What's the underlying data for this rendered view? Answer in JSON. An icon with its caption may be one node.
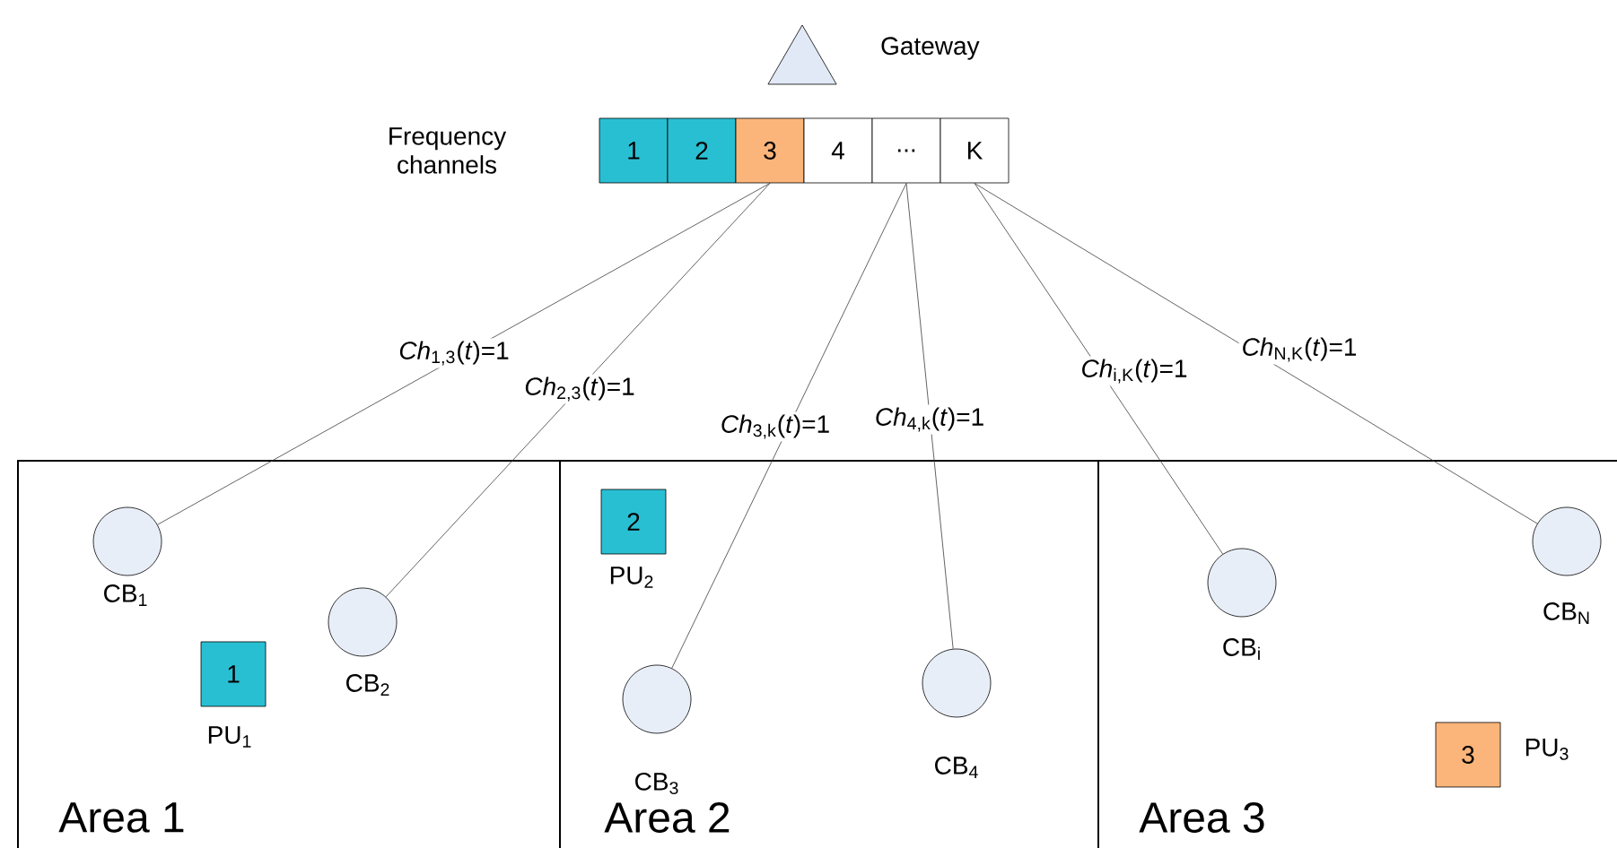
{
  "diagram": {
    "nodes": [
      {
        "text": [],
        "shape": "triangle",
        "beside": [
          "Gateway"
        ]
      },
      {
        "text": [
          "1"
        ]
      },
      {
        "text": [
          "2"
        ]
      },
      {
        "text": [
          "3"
        ]
      },
      {
        "text": [
          "4"
        ]
      },
      {
        "text": [
          "..."
        ]
      },
      {
        "text": [
          "K"
        ]
      },
      {
        "text": [
          "Area 1"
        ]
      },
      {
        "text": [
          "CB$_{1}$"
        ],
        "in": 7
      },
      {
        "text": [
          "1"
        ],
        "beside": [
          "PU$_{1}$"
        ],
        "in": 7
      },
      {
        "text": [
          "CB$_{2}$"
        ],
        "in": 7
      },
      {
        "text": [
          "Area 2"
        ]
      },
      {
        "text": [
          "2"
        ],
        "beside": [
          "PU$_{2}$"
        ],
        "in": 11
      },
      {
        "text": [
          "CB$_{3}$"
        ],
        "in": 11
      },
      {
        "text": [
          "CB$_{4}$"
        ],
        "in": 11
      },
      {
        "text": [
          "Area 3"
        ]
      },
      {
        "text": [
          "CB$_{i}$"
        ],
        "in": 15
      },
      {
        "text": [
          "CB$_{N}$"
        ],
        "in": 15
      },
      {
        "text": [
          "3"
        ],
        "beside": [
          "PU$_{3}$"
        ],
        "in": 15
      }
    ],
    "edges": [
      {
        "from": 3,
        "to": 8,
        "arrow": "none",
        "label": "*Ch*$_{1,3}$(*t*)=1"
      },
      {
        "from": 3,
        "to": 10,
        "arrow": "none",
        "label": "*Ch*$_{2,3}$(*t*)=1"
      },
      {
        "from": 5,
        "to": 13,
        "arrow": "none",
        "label": "*Ch*$_{3,k}$(*t*)=1"
      },
      {
        "from": 5,
        "to": 14,
        "arrow": "none",
        "label": "*Ch*$_{4,k}$(*t*)=1"
      },
      {
        "from": 6,
        "to": 16,
        "arrow": "none",
        "label": "*Ch*$_{i,K}$(*t*)=1"
      },
      {
        "from": 6,
        "to": 17,
        "arrow": "none",
        "label": "*Ch*$_{N,K}$(*t*)=1"
      }
    ],
    "labels": [
      "Frequency channels"
    ]
  }
}
